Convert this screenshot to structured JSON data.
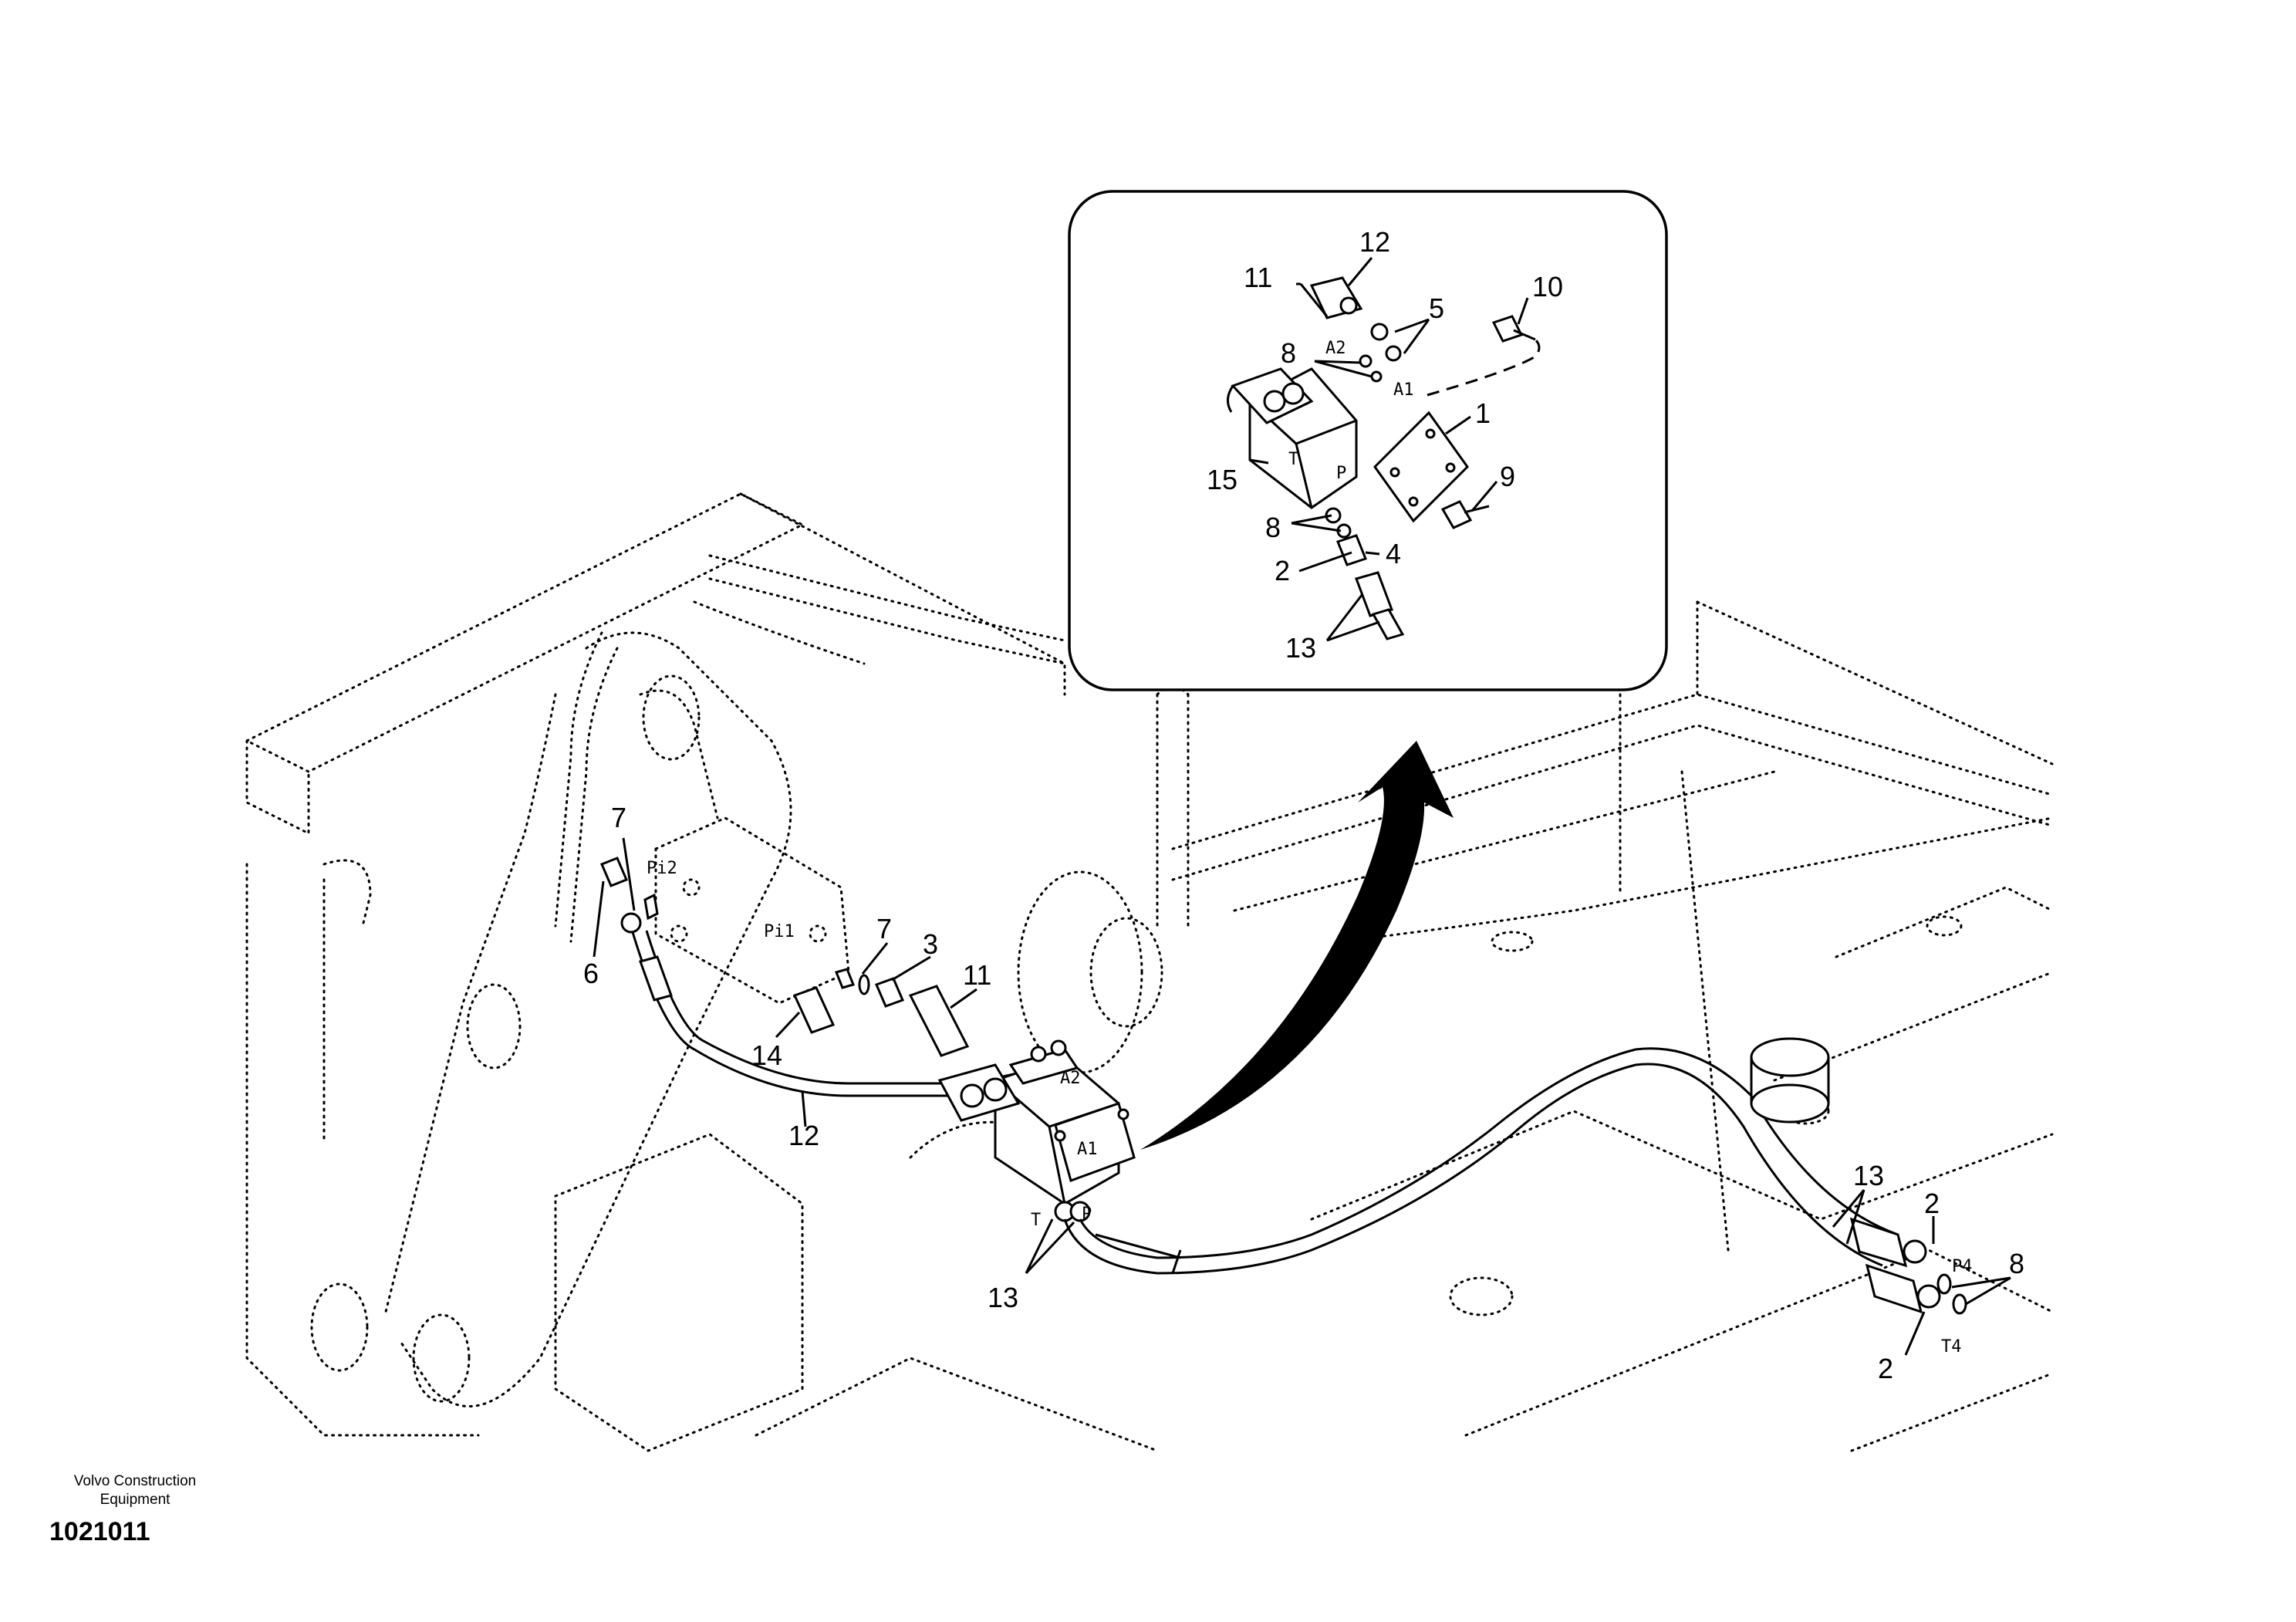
{
  "footer": {
    "brand_line1": "Volvo Construction",
    "brand_line2": "Equipment",
    "drawing_number": "1021011"
  },
  "inset_callouts": {
    "c12": "12",
    "c11": "11",
    "c10": "10",
    "c5": "5",
    "c8a": "8",
    "c1": "1",
    "c9": "9",
    "c15": "15",
    "c8b": "8",
    "c4": "4",
    "c2": "2",
    "c13": "13"
  },
  "inset_ports": {
    "a2": "A2",
    "a1": "A1",
    "t": "T",
    "p": "P"
  },
  "main_callouts": {
    "c7a": "7",
    "c6": "6",
    "c7b": "7",
    "c3": "3",
    "c11": "11",
    "c14": "14",
    "c12": "12",
    "c13a": "13",
    "c13b": "13",
    "c2a": "2",
    "c8": "8",
    "c2b": "2"
  },
  "main_ports": {
    "pi2": "Pi2",
    "pi1": "Pi1",
    "a2": "A2",
    "a1": "A1",
    "t": "T",
    "p": "P",
    "p4": "P4",
    "t4": "T4"
  }
}
